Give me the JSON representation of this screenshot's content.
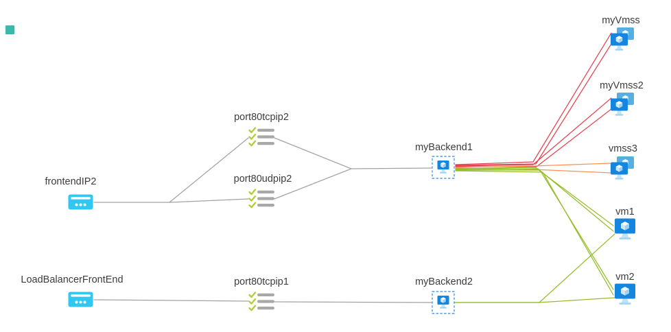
{
  "diagram_type": "load-balancer-topology",
  "colors": {
    "edge_gray": "#a2a2a2",
    "edge_red": "#e5414e",
    "edge_orange": "#ff9150",
    "edge_green": "#94be27",
    "check_green": "#b4cc33",
    "bar_gray": "#a8a8a8",
    "frontend_icon_cyan": "#31c7f0",
    "vm_icon_blue": "#1486df",
    "backend_border_blue": "#4f9bea",
    "corner_teal": "#3fb8a9",
    "label_text": "#3c3c3c"
  },
  "nodes": {
    "frontendIP2": {
      "label": "frontendIP2",
      "type": "frontend-ip"
    },
    "loadBalancerFrontEnd": {
      "label": "LoadBalancerFrontEnd",
      "type": "frontend-ip"
    },
    "port80tcpip2": {
      "label": "port80tcpip2",
      "type": "load-balancing-rule"
    },
    "port80udpip2": {
      "label": "port80udpip2",
      "type": "load-balancing-rule"
    },
    "port80tcpip1": {
      "label": "port80tcpip1",
      "type": "load-balancing-rule"
    },
    "myBackend1": {
      "label": "myBackend1",
      "type": "backend-pool"
    },
    "myBackend2": {
      "label": "myBackend2",
      "type": "backend-pool"
    },
    "myVmss": {
      "label": "myVmss",
      "type": "vm-scale-set"
    },
    "myVmss2": {
      "label": "myVmss2",
      "type": "vm-scale-set"
    },
    "vmss3": {
      "label": "vmss3",
      "type": "vm-scale-set"
    },
    "vm1": {
      "label": "vm1",
      "type": "virtual-machine"
    },
    "vm2": {
      "label": "vm2",
      "type": "virtual-machine"
    }
  },
  "edges": [
    {
      "from": "frontendIP2",
      "to": "port80tcpip2",
      "status": "gray"
    },
    {
      "from": "frontendIP2",
      "to": "port80udpip2",
      "status": "gray"
    },
    {
      "from": "port80tcpip2",
      "to": "myBackend1",
      "status": "gray"
    },
    {
      "from": "port80udpip2",
      "to": "myBackend1",
      "status": "gray"
    },
    {
      "from": "LoadBalancerFrontEnd",
      "to": "port80tcpip1",
      "status": "gray"
    },
    {
      "from": "port80tcpip1",
      "to": "myBackend2",
      "status": "gray"
    },
    {
      "from": "myBackend1",
      "to": "myVmss",
      "status": "red",
      "count": 2
    },
    {
      "from": "myBackend1",
      "to": "myVmss2",
      "status": "red",
      "count": 2
    },
    {
      "from": "myBackend1",
      "to": "vmss3",
      "status": "orange",
      "count": 2
    },
    {
      "from": "myBackend1",
      "to": "vm1",
      "status": "green",
      "count": 2
    },
    {
      "from": "myBackend1",
      "to": "vm2",
      "status": "green",
      "count": 2
    },
    {
      "from": "myBackend2",
      "to": "vm1",
      "status": "green",
      "count": 1
    },
    {
      "from": "myBackend2",
      "to": "vm2",
      "status": "green",
      "count": 1
    }
  ]
}
